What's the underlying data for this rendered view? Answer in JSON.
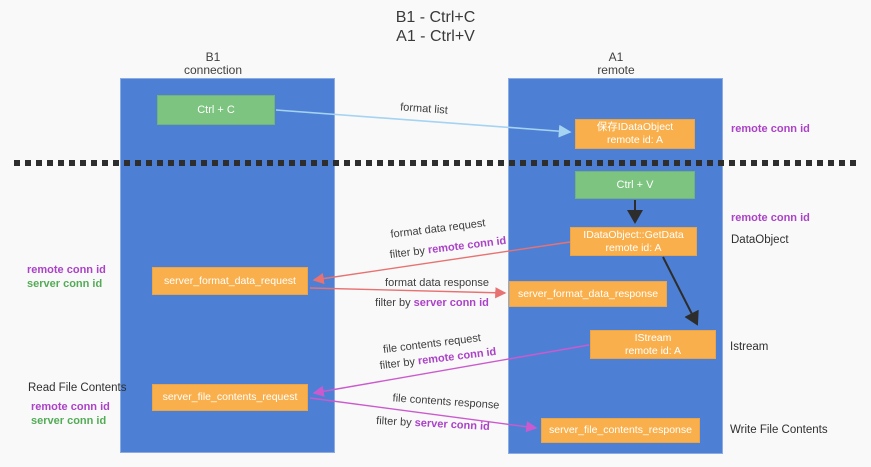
{
  "title": {
    "line1": "B1 - Ctrl+C",
    "line2": "A1 - Ctrl+V"
  },
  "columns": {
    "left": {
      "name": "B1",
      "role": "connection"
    },
    "right": {
      "name": "A1",
      "role": "remote"
    }
  },
  "nodes": {
    "ctrl_c": {
      "label": "Ctrl + C"
    },
    "ctrl_v": {
      "label": "Ctrl + V"
    },
    "save_dataobject": {
      "line1": "保存IDataObject",
      "line2": "remote id: A"
    },
    "getdata": {
      "line1": "IDataObject::GetData",
      "line2": "remote id: A"
    },
    "istream": {
      "line1": "IStream",
      "line2": "remote id: A"
    },
    "format_request": {
      "label": "server_format_data_request"
    },
    "format_response": {
      "label": "server_format_data_response"
    },
    "file_request": {
      "label": "server_file_contents_request"
    },
    "file_response": {
      "label": "server_file_contents_response"
    }
  },
  "side_labels": {
    "right_remote_conn_top": "remote conn id",
    "right_remote_conn_mid": "remote conn id",
    "dataobject": "DataObject",
    "istream": "Istream",
    "write_file_contents": "Write File Contents",
    "read_file_contents": "Read File Contents",
    "left1_remote_conn": "remote conn id",
    "left1_server_conn": "server conn id",
    "left2_remote_conn": "remote conn id",
    "left2_server_conn": "server conn id"
  },
  "arrow_labels": {
    "format_list": "format list",
    "format_data_request": "format data request",
    "filter_remote_1": {
      "prefix": "filter by ",
      "highlight": "remote conn id"
    },
    "format_data_response": "format data response",
    "filter_server_1": {
      "prefix": "filter by ",
      "highlight": "server conn id"
    },
    "file_contents_request": "file contents request",
    "filter_remote_2": {
      "prefix": "filter by ",
      "highlight": "remote conn id"
    },
    "file_contents_response": "file contents response",
    "filter_server_2": {
      "prefix": "filter by ",
      "highlight": "server conn id"
    }
  },
  "colors": {
    "accent_blue": "#4d80d4",
    "box_orange": "#f9b04c",
    "box_green": "#7cc47f",
    "arrow_blue": "#a5d3f2",
    "arrow_red": "#e87272",
    "arrow_magenta": "#cb5ace",
    "arrow_black": "#2d2d2d",
    "text_purple": "#ab42c8",
    "text_green": "#54ab57"
  }
}
